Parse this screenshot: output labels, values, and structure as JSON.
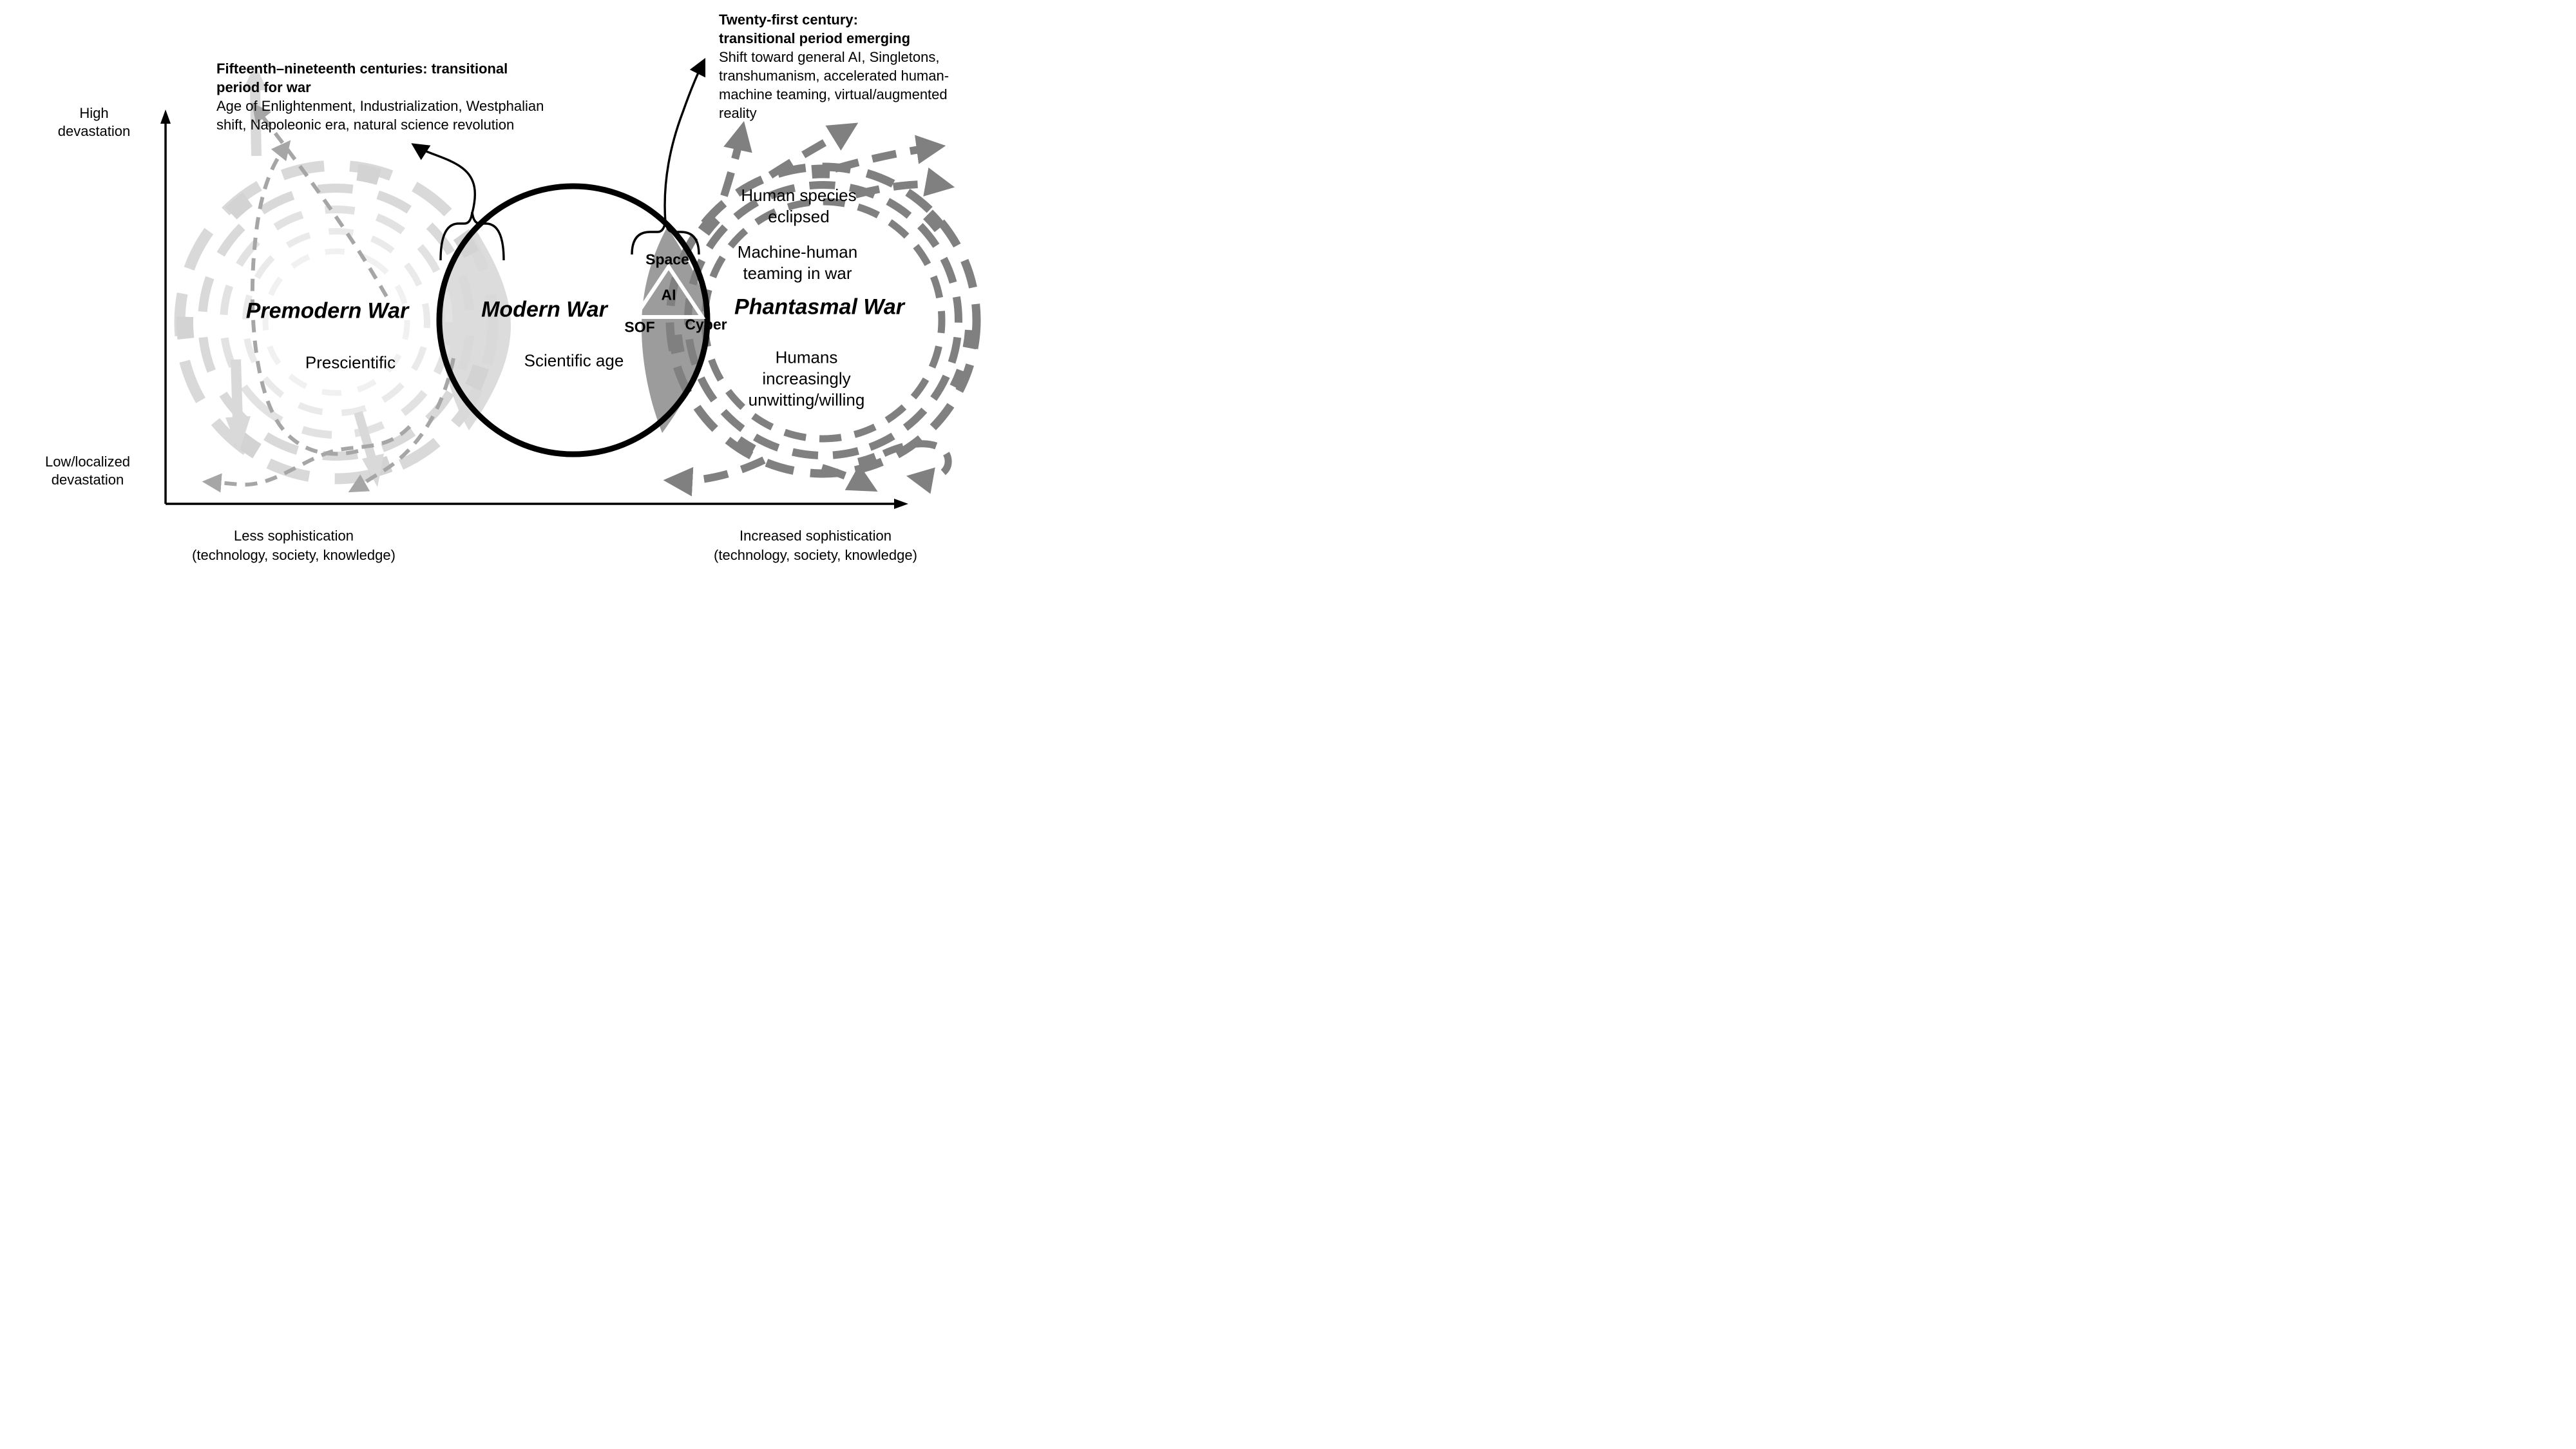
{
  "annotations": {
    "left": {
      "title": [
        "Fifteenth–nineteenth centuries: transitional",
        "period for war"
      ],
      "body": [
        "Age of Enlightenment, Industrialization, Westphalian",
        "shift, Napoleonic era, natural science revolution"
      ]
    },
    "right": {
      "title": [
        "Twenty-first century:",
        "transitional period emerging"
      ],
      "body": [
        "Shift toward general AI, Singletons,",
        "transhumanism, accelerated human-",
        "machine teaming, virtual/augmented",
        "reality"
      ]
    }
  },
  "axes": {
    "y_high": [
      "High",
      "devastation"
    ],
    "y_low": [
      "Low/localized",
      "devastation"
    ],
    "x_less": [
      "Less sophistication",
      "(technology, society, knowledge)"
    ],
    "x_more": [
      "Increased sophistication",
      "(technology, society, knowledge)"
    ]
  },
  "stages": {
    "premodern": {
      "title": "Premodern War",
      "subtitle": "Prescientific"
    },
    "modern": {
      "title": "Modern War",
      "subtitle": "Scientific age"
    },
    "phantasmal": {
      "title": "Phantasmal War",
      "top": [
        "Human species",
        "eclipsed"
      ],
      "middle": [
        "Machine-human",
        "teaming in war"
      ],
      "bottom": [
        "Humans",
        "increasingly",
        "unwitting/willing"
      ]
    }
  },
  "transition_zone": {
    "space": "Space",
    "ai": "AI",
    "sof": "SOF",
    "cyber": "Cyber"
  },
  "colors": {
    "axis": "#000000",
    "text": "#000000",
    "modern_outline": "#000000",
    "premodern_swirl": "#d9d9d9",
    "premodern_dashed": "#a6a6a6",
    "lens_left": "#dcdcdc",
    "lens_right": "#9c9c9c",
    "phantasmal_swirl": "#808080",
    "triangle_outline": "#ffffff"
  }
}
